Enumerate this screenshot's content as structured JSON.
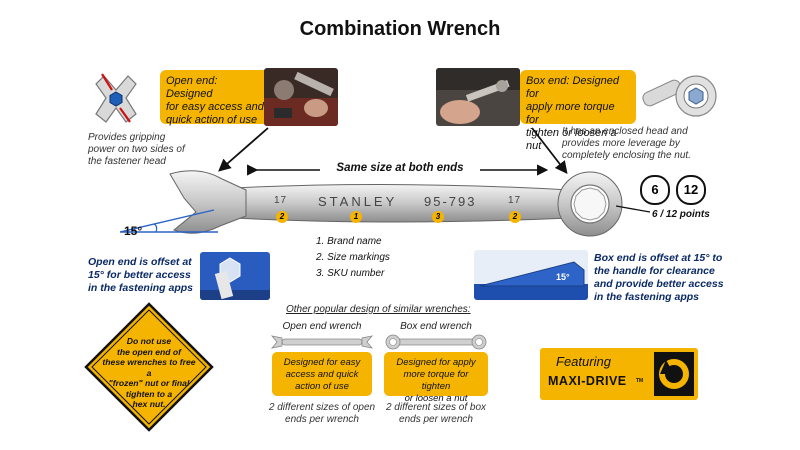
{
  "title": "Combination Wrench",
  "open_end": {
    "callout": [
      "Open end: Designed",
      "for easy access and",
      "quick action of use"
    ],
    "note": [
      "Provides gripping",
      "power on two sides of",
      "the fastener head"
    ],
    "offset_note": [
      "Open end is offset at",
      "15° for better access",
      "in the fastening apps"
    ],
    "angle_label": "15°"
  },
  "box_end": {
    "callout": [
      "Box end: Designed for",
      "apply more torque for",
      "tighten or loosen a nut"
    ],
    "note": [
      "It has an enclosed head and",
      "provides more leverage by",
      "completely enclosing the nut."
    ],
    "offset_note": [
      "Box end is offset at 15° to",
      "the handle for clearance",
      "and provide better access",
      "in the fastening apps"
    ],
    "points_badges": [
      "6",
      "12"
    ],
    "points_label": "6 / 12 points",
    "photo_label": "15°"
  },
  "wrench": {
    "span_label": "Same size at both ends",
    "size_left": "17",
    "size_right": "17",
    "brand": "STANLEY",
    "sku": "95-793",
    "markers": [
      "2",
      "1",
      "3",
      "2"
    ]
  },
  "legend": [
    "1. Brand name",
    "2. Size markings",
    "3. SKU number"
  ],
  "warning": [
    "Do not use",
    "the open end of",
    "these wrenches to free a",
    "\"frozen\" nut or final",
    "tighten  to a",
    "hex nut."
  ],
  "other_designs": {
    "heading": "Other popular design of similar wrenches:",
    "open_end_wrench": {
      "label": "Open end wrench",
      "callout": [
        "Designed for easy",
        "access and quick",
        "action of use"
      ],
      "note": [
        "2 different sizes of open",
        "ends per wrench"
      ]
    },
    "box_end_wrench": {
      "label": "Box end wrench",
      "callout": [
        "Designed for apply",
        "more torque for tighten",
        "or loosen a nut"
      ],
      "note": [
        "2 different sizes of box",
        "ends per wrench"
      ]
    }
  },
  "featuring": {
    "label": "Featuring",
    "brand": "MAXI-DRIVE",
    "tm": "TM"
  }
}
